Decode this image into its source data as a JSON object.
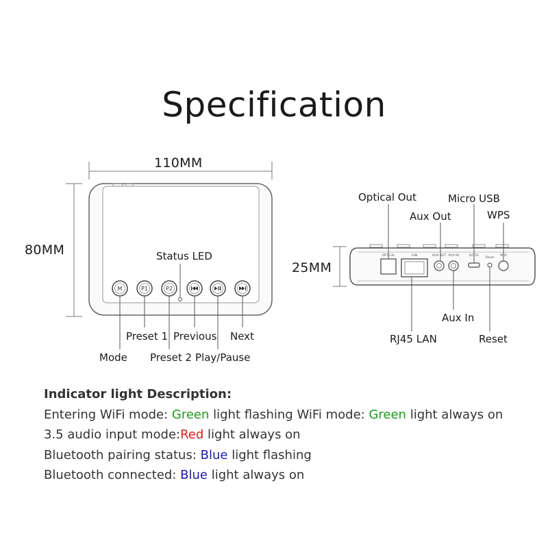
{
  "title": "Specification",
  "front": {
    "width_label": "110MM",
    "height_label": "80MM",
    "status_led": "Status LED",
    "buttons": [
      {
        "icon": "M",
        "label": "Mode"
      },
      {
        "icon": "P1",
        "label": "Preset 1"
      },
      {
        "icon": "P2",
        "label": "Preset 2"
      },
      {
        "icon": "◀◀",
        "label": "Previous"
      },
      {
        "icon": "▶||",
        "label": "Play/Pause"
      },
      {
        "icon": "▶▶",
        "label": "Next"
      }
    ]
  },
  "side": {
    "height_label": "25MM",
    "callouts": {
      "optical_out": "Optical Out",
      "aux_out": "Aux Out",
      "micro_usb": "Micro USB",
      "wps": "WPS",
      "rj45_lan": "RJ45 LAN",
      "aux_in": "Aux In",
      "reset": "Reset"
    },
    "port_labels": {
      "optical": "OPTICAL",
      "lan": "LAN",
      "aux_out": "AUX OUT",
      "aux_in": "AUX IN",
      "dc": "DC 5V",
      "reset": "Reset",
      "wps": "WPS"
    }
  },
  "indicator": {
    "heading": "Indicator light Description:",
    "line1_a": "Entering WiFi mode:  ",
    "line1_b": "Green",
    "line1_c": " light flashing    WiFi mode: ",
    "line1_d": "Green",
    "line1_e": " light always on",
    "line2_a": "3.5 audio input mode:",
    "line2_b": "Red",
    "line2_c": " light always on",
    "line3_a": "Bluetooth pairing status: ",
    "line3_b": "Blue",
    "line3_c": " light flashing",
    "line4_a": "Bluetooth connected: ",
    "line4_b": "Blue",
    "line4_c": " light always on"
  },
  "colors": {
    "green": "#1f9a1f",
    "red": "#e0201b",
    "blue": "#1c1ca6"
  }
}
